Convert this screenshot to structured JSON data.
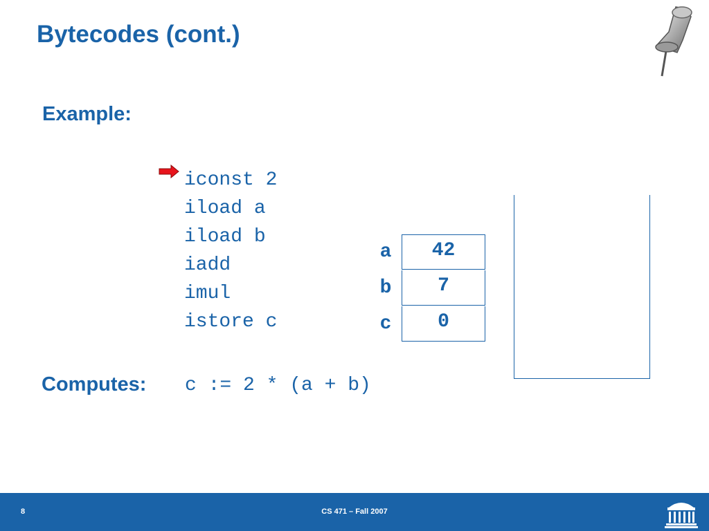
{
  "slide": {
    "title": "Bytecodes (cont.)",
    "example_heading": "Example:",
    "code_lines": [
      "iconst 2",
      "iload a",
      "iload b",
      "iadd",
      "imul",
      "istore c"
    ],
    "computes_heading": "Computes:",
    "computes_expression": "c := 2 * (a + b)",
    "variables": [
      {
        "name": "a",
        "value": "42"
      },
      {
        "name": "b",
        "value": "7"
      },
      {
        "name": "c",
        "value": "0"
      }
    ],
    "pointer_line": "iconst 2"
  },
  "footer": {
    "slide_number": "8",
    "course": "CS 471 – Fall 2007"
  },
  "colors": {
    "accent": "#1a63a8",
    "pointer_arrow": "#e8141c",
    "footer_background": "#1a63a8"
  },
  "icons": [
    "pushpin-icon",
    "arrow-right-icon",
    "university-rotunda-logo"
  ]
}
